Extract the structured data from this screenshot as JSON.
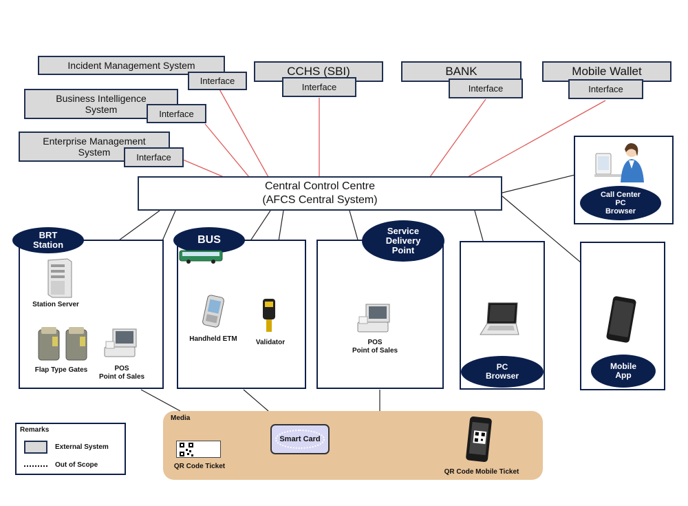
{
  "external_systems": {
    "incident": "Incident Management System",
    "bi": "Business  Intelligence\nSystem",
    "ems": "Enterprise Management\nSystem",
    "cchs": "CCHS (SBI)",
    "bank": "BANK",
    "wallet": "Mobile Wallet",
    "interface": "Interface"
  },
  "central": {
    "line1": "Central Control Centre",
    "line2": "(AFCS Central System)"
  },
  "brt": {
    "title": "BRT\nStation",
    "station_server": "Station Server",
    "flap_gates": "Flap Type Gates",
    "pos": "POS\nPoint of Sales"
  },
  "bus": {
    "title": "BUS",
    "handheld": "Handheld ETM",
    "validator": "Validator"
  },
  "service_point": {
    "title": "Service\nDelivery\nPoint",
    "pos": "POS\nPoint of Sales"
  },
  "pc": {
    "title": "PC\nBrowser"
  },
  "mobile": {
    "title": "Mobile\nApp"
  },
  "call_center": {
    "title": "Call Center\nPC\nBrowser"
  },
  "media": {
    "title": "Media",
    "smart_card": "Smart Card",
    "qr_ticket": "QR Code Ticket",
    "qr_mobile": "QR Code Mobile Ticket"
  },
  "remarks": {
    "title": "Remarks",
    "external": "External System",
    "out_of_scope": "Out of Scope"
  },
  "colors": {
    "navy": "#0b1f4d",
    "external_fill": "#d9d9d9",
    "media_fill": "#e8c49a",
    "red_link": "#e05a5a",
    "smart_card_fill": "#d8d8f5"
  }
}
